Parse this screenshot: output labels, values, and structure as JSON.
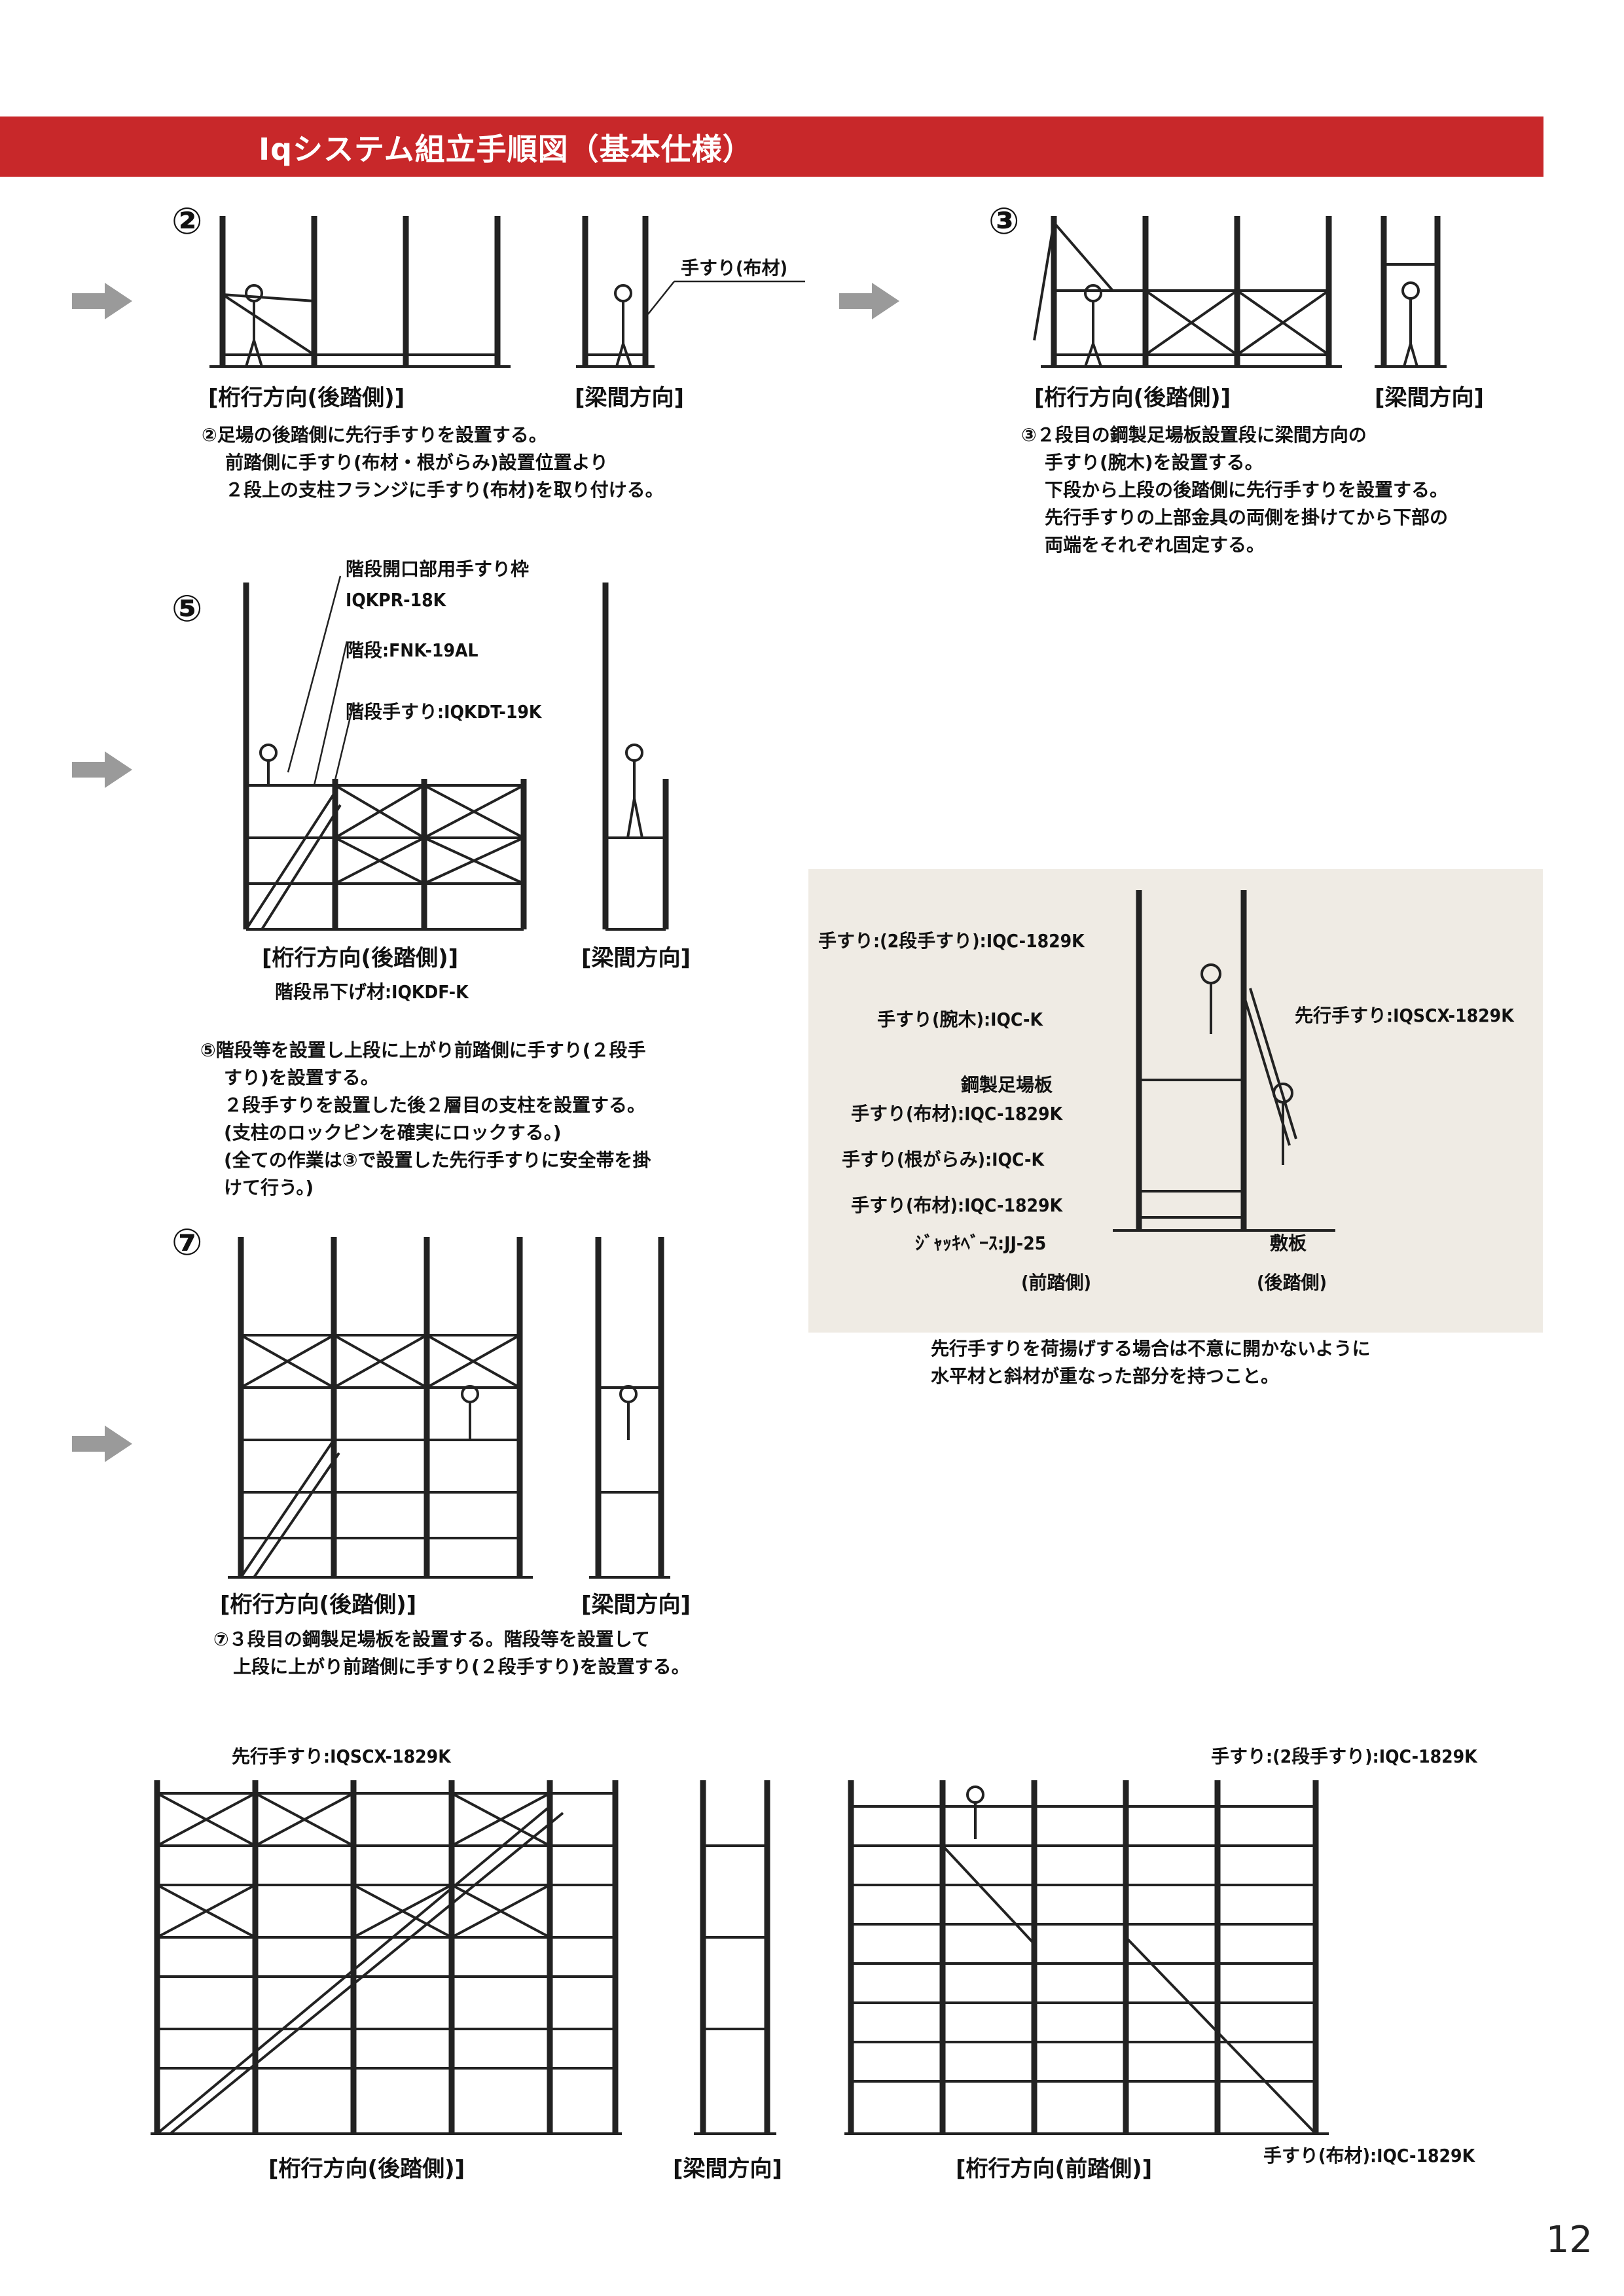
{
  "header": {
    "title": "Iqシステム組立手順図（基本仕様）"
  },
  "page_number": "12",
  "steps": {
    "s2": {
      "number": "②",
      "cap_side": "[桁行方向(後踏側)]",
      "cap_beam": "[梁間方向]",
      "label_handrail": "手すり(布材)",
      "desc": [
        "②足場の後踏側に先行手すりを設置する。",
        "前踏側に手すり(布材・根がらみ)設置位置より",
        "２段上の支柱フランジに手すり(布材)を取り付ける。"
      ]
    },
    "s3": {
      "number": "③",
      "cap_side": "[桁行方向(後踏側)]",
      "cap_beam": "[梁間方向]",
      "desc": [
        "③２段目の鋼製足場板設置段に梁間方向の",
        "手すり(腕木)を設置する。",
        "下段から上段の後踏側に先行手すりを設置する。",
        "先行手すりの上部金具の両側を掛けてから下部の",
        "両端をそれぞれ固定する。"
      ]
    },
    "s5": {
      "number": "⑤",
      "label_frame": "階段開口部用手すり枠",
      "label_frame_code": "IQKPR-18K",
      "label_stair": "階段:FNK-19AL",
      "label_stair_rail": "階段手すり:IQKDT-19K",
      "cap_side": "[桁行方向(後踏側)]",
      "cap_beam": "[梁間方向]",
      "label_hanger": "階段吊下げ材:IQKDF-K",
      "desc": [
        "⑤階段等を設置し上段に上がり前踏側に手すり(２段手",
        "すり)を設置する。",
        "２段手すりを設置した後２層目の支柱を設置する。",
        "(支柱のロックピンを確実にロックする。)",
        "(全ての作業は③で設置した先行手すりに安全帯を掛",
        "けて行う。)"
      ]
    },
    "s7": {
      "number": "⑦",
      "cap_side": "[桁行方向(後踏側)]",
      "cap_beam": "[梁間方向]",
      "desc": [
        "⑦３段目の鋼製足場板を設置する。階段等を設置して",
        "上段に上がり前踏側に手すり(２段手すり)を設置する。"
      ]
    }
  },
  "inset": {
    "labels": {
      "rail2": "手すり:(2段手すり):IQC-1829K",
      "arm": "手すり(腕木):IQC-K",
      "lead": "先行手すり:IQSCX-1829K",
      "plank": "鋼製足場板",
      "rail_cloth1": "手すり(布材):IQC-1829K",
      "rail_root": "手すり(根がらみ):IQC-K",
      "rail_cloth2": "手すり(布材):IQC-1829K",
      "jack": "ｼﾞｬｯｷﾍﾞｰｽ:JJ-25",
      "mat": "敷板",
      "front": "(前踏側)",
      "back": "(後踏側)"
    },
    "note": [
      "先行手すりを荷揚げする場合は不意に開かないように",
      "水平材と斜材が重なった部分を持つこと。"
    ]
  },
  "final": {
    "label_lead": "先行手すり:IQSCX-1829K",
    "label_rail2": "手すり:(2段手すり):IQC-1829K",
    "label_rail_cloth": "手すり(布材):IQC-1829K",
    "cap_side_back": "[桁行方向(後踏側)]",
    "cap_beam": "[梁間方向]",
    "cap_side_front": "[桁行方向(前踏側)]"
  },
  "icons": {
    "arrow": "gray-right-arrow-icon"
  },
  "colors": {
    "banner": "#c8282a",
    "inset_bg": "#efebe4",
    "arrow": "#9a9a9a"
  }
}
